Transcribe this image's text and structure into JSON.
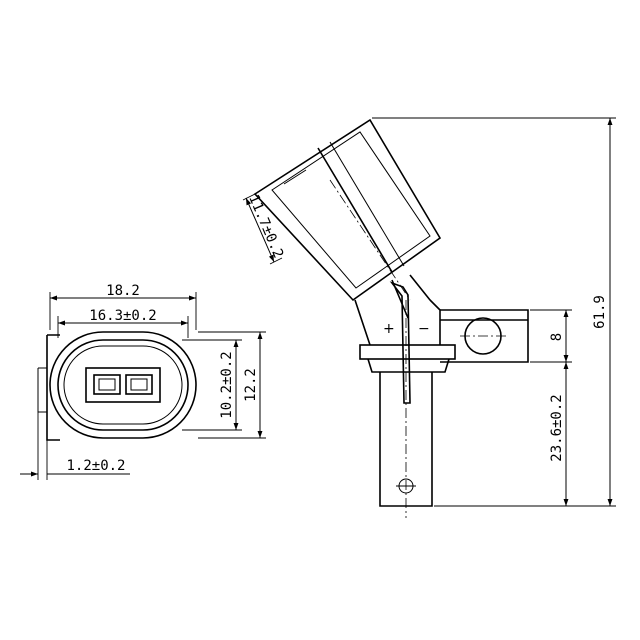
{
  "connector_face_view": {
    "dimensions": {
      "outer_width": "18.2",
      "inner_width": "16.3±0.2",
      "inner_height": "10.2±0.2",
      "outer_height": "12.2",
      "flange_thickness": "1.2±0.2"
    }
  },
  "sensor_side_view": {
    "dimensions": {
      "head_width": "11.7±0.2",
      "total_height": "61.9",
      "bracket_height": "8",
      "probe_length": "23.6±0.2"
    },
    "polarity": {
      "positive": "+",
      "negative": "−"
    }
  }
}
